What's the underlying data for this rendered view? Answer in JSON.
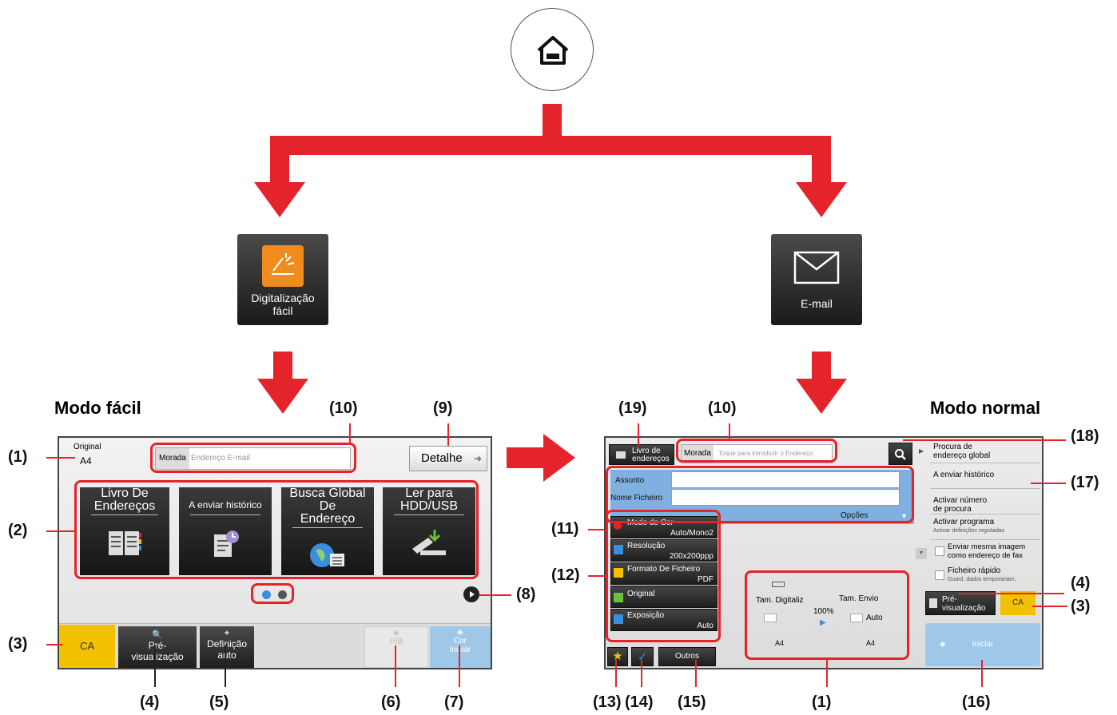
{
  "home": {
    "icon": "home-icon"
  },
  "easy_scan_app": {
    "label_line1": "Digitalização",
    "label_line2": "fácil",
    "icon": "scanner-icon"
  },
  "email_app": {
    "label": "E-mail",
    "icon": "envelope-icon"
  },
  "easy_mode": {
    "title": "Modo fácil",
    "original_label": "Original",
    "original_value": "A4",
    "address_label": "Morada",
    "address_placeholder": "Endereço E-mail",
    "detail_button": "Detalhe",
    "tiles": [
      {
        "line1": "Livro De",
        "line2": "Endereços",
        "icon": "address-book-icon"
      },
      {
        "line1": "A enviar histórico",
        "line2": "",
        "icon": "history-icon"
      },
      {
        "line1": "Busca Global",
        "line2": "De Endereço",
        "icon": "global-search-icon"
      },
      {
        "line1": "Ler para",
        "line2": "HDD/USB",
        "icon": "usb-hdd-icon"
      }
    ],
    "ca_button": "CA",
    "preview_line1": "Pré-",
    "preview_line2": "visualização",
    "auto_line1": "Definição",
    "auto_line2": "auto",
    "bw_start": "P/B",
    "color_start_line1": "Cor",
    "color_start_line2": "Iniciar"
  },
  "normal_mode": {
    "title": "Modo normal",
    "address_book_line1": "Livro de",
    "address_book_line2": "endereços",
    "address_label": "Morada",
    "address_placeholder": "Toque para introduzir o Endereço",
    "subject_label": "Assunto",
    "filename_label": "Nome Ficheiro",
    "options_label": "Opções",
    "settings": [
      {
        "label": "Modo de Cor",
        "value": "Auto/Mono2"
      },
      {
        "label": "Resolução",
        "value": "200x200ppp"
      },
      {
        "label": "Formato De Ficheiro",
        "value": "PDF"
      },
      {
        "label": "Original",
        "value": ""
      },
      {
        "label": "Exposição",
        "value": "Auto"
      }
    ],
    "scan_size_label": "Tam. Digitaliz",
    "send_size_label": "Tam. Envio",
    "ratio": "100%",
    "send_auto": "Auto",
    "scan_size_value": "A4",
    "send_size_value": "A4",
    "others_button": "Outros",
    "side_items": [
      {
        "line1": "Procura de",
        "line2": "endereço global"
      },
      {
        "line1": "A enviar histórico",
        "line2": ""
      },
      {
        "line1": "Activar número",
        "line2": "de procura"
      },
      {
        "line1": "Activar programa",
        "line2": "Activar definições registadas"
      }
    ],
    "checkbox1_line1": "Enviar mesma imagem",
    "checkbox1_line2": "como endereço de fax",
    "checkbox2_line1": "Ficheiro rápido",
    "checkbox2_line2": "Guard. dados temporariam.",
    "preview_line1": "Pré-",
    "preview_line2": "visualização",
    "ca_button": "CA",
    "start_button": "Iniciar"
  },
  "callouts": {
    "c1": "(1)",
    "c2": "(2)",
    "c3": "(3)",
    "c4": "(4)",
    "c5": "(5)",
    "c6": "(6)",
    "c7": "(7)",
    "c8": "(8)",
    "c9": "(9)",
    "c10": "(10)",
    "c11": "(11)",
    "c12": "(12)",
    "c13": "(13)",
    "c14": "(14)",
    "c15": "(15)",
    "c16": "(16)",
    "c17": "(17)",
    "c18": "(18)",
    "c19": "(19)"
  },
  "colors": {
    "arrow": "#e4232a",
    "ca_yellow": "#f2c200",
    "start_blue": "#9fc8e8",
    "tab_blue": "#7fb0e0"
  }
}
